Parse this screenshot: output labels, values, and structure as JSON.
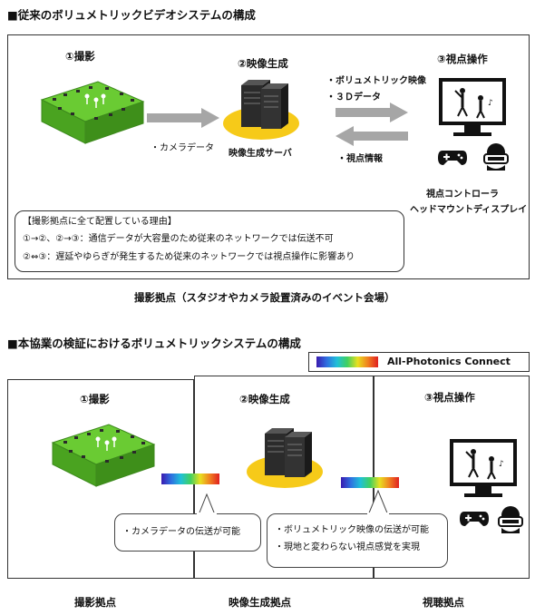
{
  "top": {
    "heading": "■従来のボリュメトリックビデオシステムの構成",
    "step1": "①撮影",
    "step2": "②映像生成",
    "step3": "③視点操作",
    "camera_data": "・カメラデータ",
    "server_label": "映像生成サーバ",
    "volumetric_video": "・ボリュメトリック映像",
    "data_3d": "・３Ｄデータ",
    "viewpoint_info": "・視点情報",
    "controller_label": "視点コントローラ",
    "hmd_label": "ヘッドマウントディスプレイ",
    "reason_title": "【撮影拠点に全て配置している理由】",
    "reason_1": "①→②、②→③：通信データが大容量のため従来のネットワークでは伝送不可",
    "reason_2": "②⇔③：遅延やゆらぎが発生するため従来のネットワークでは視点操作に影響あり",
    "caption": "撮影拠点（スタジオやカメラ設置済みのイベント会場）"
  },
  "bottom": {
    "heading": "■本協業の検証におけるボリュメトリックシステムの構成",
    "apn_label": "All-Photonics Connect",
    "step1": "①撮影",
    "step2": "②映像生成",
    "step3": "③視点操作",
    "bubble1": "・カメラデータの伝送が可能",
    "bubble2_line1": "・ボリュメトリック映像の伝送が可能",
    "bubble2_line2": "・現地と変わらない視点感覚を実現",
    "site1": "撮影拠点",
    "site2": "映像生成拠点",
    "site3": "視聴拠点"
  },
  "colors": {
    "studio_green": "#5fbf2a",
    "server_dark": "#2b2b2b",
    "server_glow": "#f5c400",
    "arrow_gray": "#a6a6a6"
  }
}
